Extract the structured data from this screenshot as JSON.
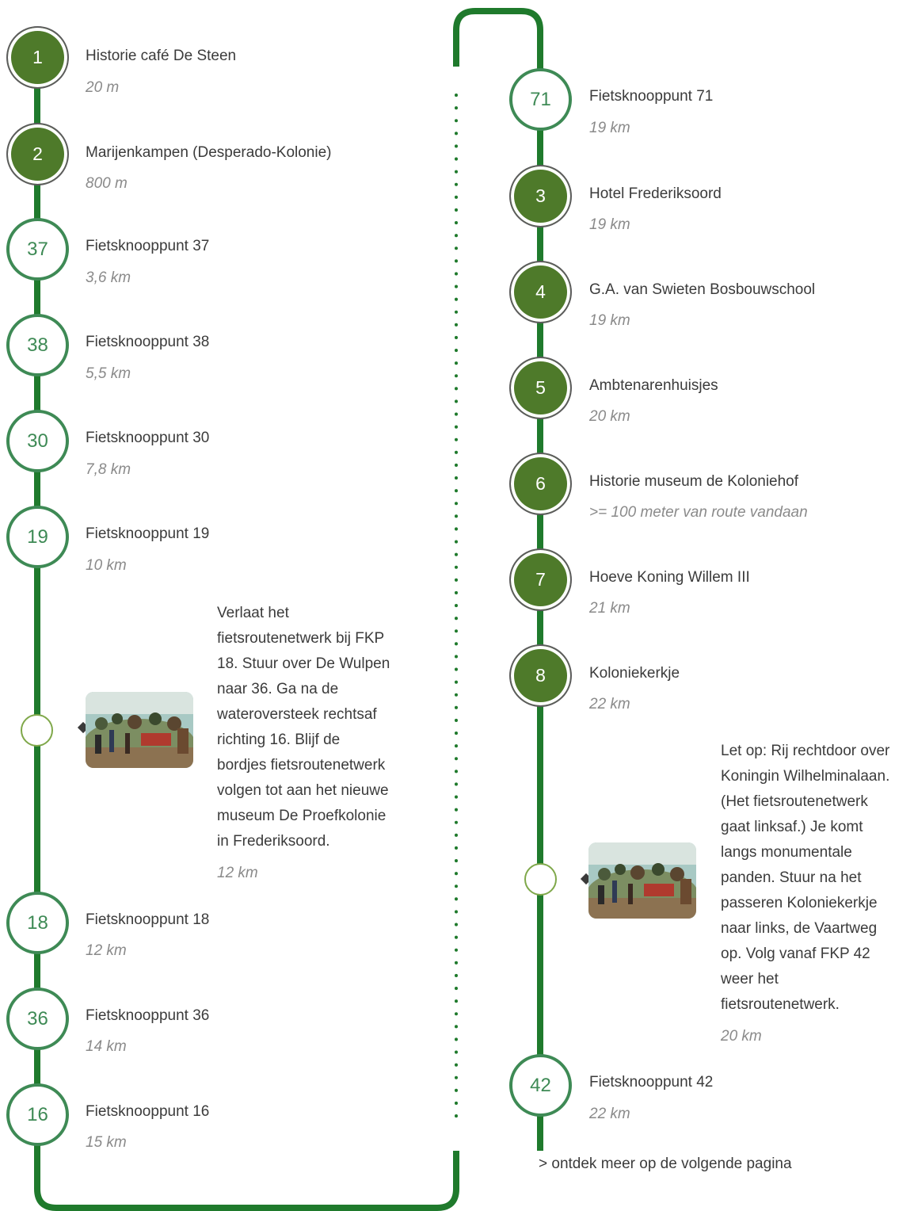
{
  "route": {
    "left_column": [
      {
        "marker": "1",
        "kind": "poi",
        "title": "Historie café De Steen",
        "distance": "20 m"
      },
      {
        "marker": "2",
        "kind": "poi",
        "title": "Marijenkampen (Desperado-Kolonie)",
        "distance": "800 m"
      },
      {
        "marker": "37",
        "kind": "junction",
        "title": "Fietsknooppunt 37",
        "distance": "3,6 km"
      },
      {
        "marker": "38",
        "kind": "junction",
        "title": "Fietsknooppunt 38",
        "distance": "5,5 km"
      },
      {
        "marker": "30",
        "kind": "junction",
        "title": "Fietsknooppunt 30",
        "distance": "7,8 km"
      },
      {
        "marker": "19",
        "kind": "junction",
        "title": "Fietsknooppunt 19",
        "distance": "10 km"
      },
      {
        "marker": "",
        "kind": "note",
        "text": "Verlaat het fietsroutenetwerk bij FKP 18. Stuur over De Wulpen naar 36. Ga na de wateroversteek rechtsaf richting 16. Blijf de bordjes fietsroutenetwerk volgen tot aan het nieuwe museum De Proefkolonie in Frederiksoord.",
        "distance": "12 km"
      },
      {
        "marker": "18",
        "kind": "junction",
        "title": "Fietsknooppunt 18",
        "distance": "12 km"
      },
      {
        "marker": "36",
        "kind": "junction",
        "title": "Fietsknooppunt 36",
        "distance": "14 km"
      },
      {
        "marker": "16",
        "kind": "junction",
        "title": "Fietsknooppunt 16",
        "distance": "15 km"
      }
    ],
    "right_column": [
      {
        "marker": "71",
        "kind": "junction",
        "title": "Fietsknooppunt 71",
        "distance": "19 km"
      },
      {
        "marker": "3",
        "kind": "poi",
        "title": "Hotel Frederiksoord",
        "distance": "19 km"
      },
      {
        "marker": "4",
        "kind": "poi",
        "title": "G.A. van Swieten Bosbouwschool",
        "distance": "19 km"
      },
      {
        "marker": "5",
        "kind": "poi",
        "title": "Ambtenarenhuisjes",
        "distance": "20 km"
      },
      {
        "marker": "6",
        "kind": "poi",
        "title": "Historie museum de Koloniehof",
        "distance": ">= 100 meter van route vandaan"
      },
      {
        "marker": "7",
        "kind": "poi",
        "title": "Hoeve Koning Willem III",
        "distance": "21 km"
      },
      {
        "marker": "8",
        "kind": "poi",
        "title": "Koloniekerkje",
        "distance": "22 km"
      },
      {
        "marker": "",
        "kind": "note",
        "text": "Let op: Rij rechtdoor over Koningin Wilhelminalaan. (Het fietsroutenetwerk gaat linksaf.) Je komt langs monumentale panden. Stuur na het passeren Koloniekerkje naar links, de Vaartweg op. Volg vanaf FKP 42 weer het fietsroutenetwerk.",
        "distance": "20 km"
      },
      {
        "marker": "42",
        "kind": "junction",
        "title": "Fietsknooppunt 42",
        "distance": "22 km"
      }
    ]
  },
  "notes": {
    "left_text_lines": [
      "Verlaat het",
      "fietsroutenetwerk bij FKP",
      "18. Stuur over De Wulpen",
      "naar 36. Ga na de",
      "wateroversteek rechtsaf",
      "richting 16. Blijf de",
      "bordjes fietsroutenetwerk",
      "volgen tot aan het nieuwe",
      "museum De Proefkolonie",
      "in Frederiksoord."
    ],
    "right_text_lines": [
      "Let op: Rij rechtdoor over",
      "Koningin Wilhelminalaan.",
      "(Het fietsroutenetwerk",
      "gaat linksaf.) Je komt",
      "langs monumentale",
      "panden. Stuur na het",
      "passeren Koloniekerkje",
      "naar links, de Vaartweg",
      "op. Volg vanaf FKP 42",
      "weer het",
      "fietsroutenetwerk."
    ]
  },
  "footer": {
    "next_page_link": "> ontdek meer op de volgende pagina"
  },
  "colors": {
    "route_line": "#1f7a2c",
    "poi_fill": "#4e7a2a",
    "junction_ring": "#3e8a55",
    "note_ring": "#7fa84a"
  },
  "icons": {
    "note_thumbnail": "historic-painting-thumbnail"
  }
}
